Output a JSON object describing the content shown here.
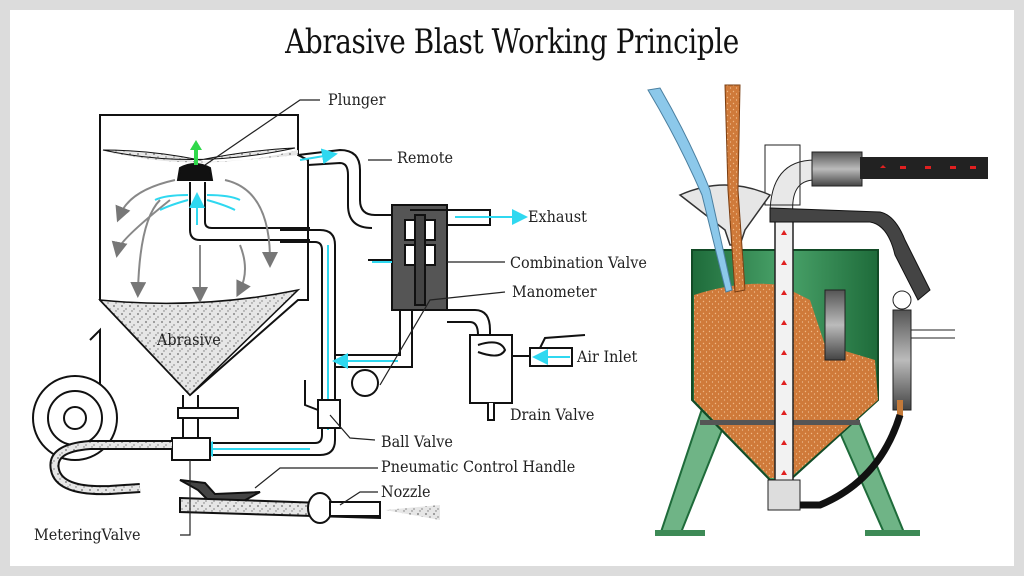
{
  "title": "Abrasive Blast Working Principle",
  "labels": {
    "plunger": "Plunger",
    "remote": "Remote",
    "exhaust": "Exhaust",
    "combination_valve": "Combination Valve",
    "manometer": "Manometer",
    "air_inlet": "Air Inlet",
    "drain_valve": "Drain Valve",
    "ball_valve": "Ball Valve",
    "pneumatic_control_handle": "Pneumatic Control Handle",
    "nozzle": "Nozzle",
    "metering_valve": "MeteringValve",
    "abrasive": "Abrasive"
  },
  "colors": {
    "air_flow": "#2fd8f0",
    "abrasive_fill": "#d2d2d2",
    "vessel_green": "#2e8b4e",
    "abrasive_orange": "#cf7a3a",
    "water_blue": "#8cc8ea",
    "up_arrow": "#2fd84a",
    "down_arrow": "#e02020"
  }
}
